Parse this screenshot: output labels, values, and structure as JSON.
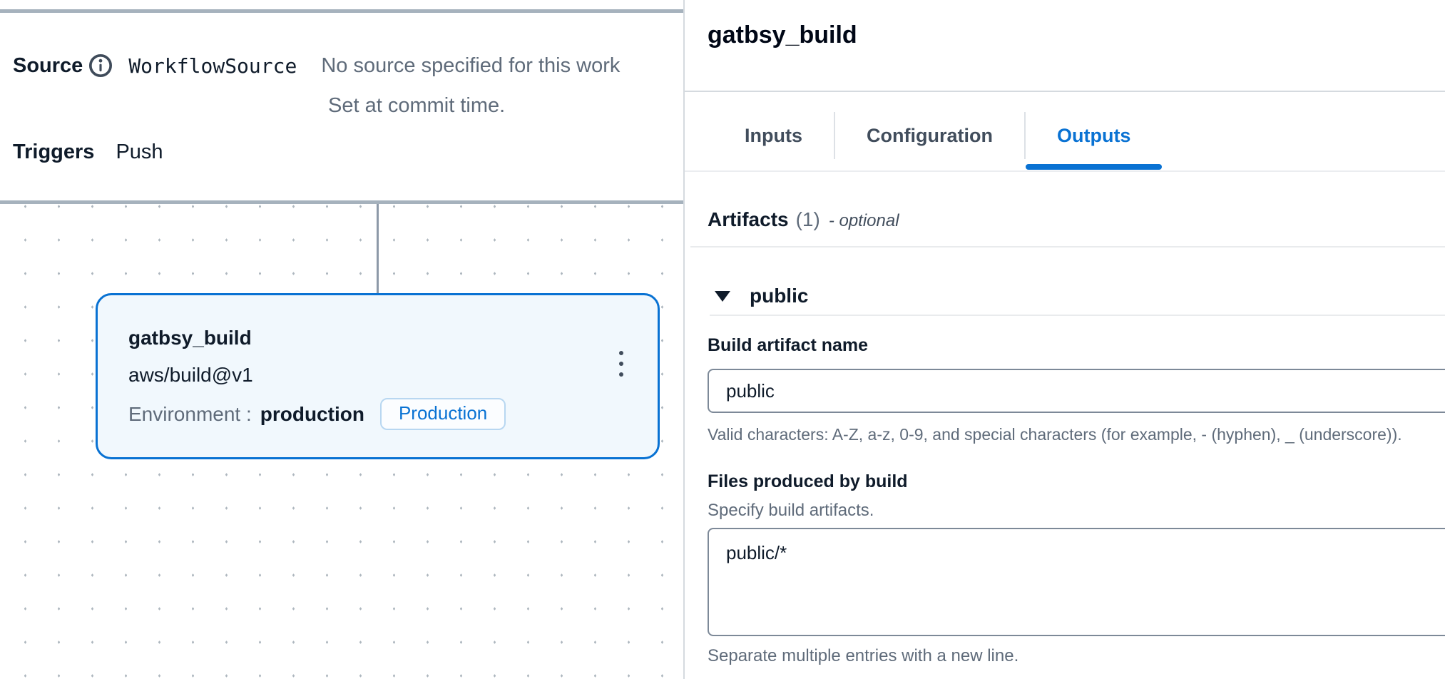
{
  "colors": {
    "accent": "#0972d3",
    "node_fill": "#f1f8fd",
    "node_border": "#0972d3",
    "muted_text": "#5f6b7a",
    "dark_text": "#0f1b2a",
    "input_border": "#7d8998"
  },
  "canvas": {
    "source": {
      "label": "Source",
      "name": "WorkflowSource",
      "note": "No source specified for this work",
      "note2": "Set at commit time."
    },
    "triggers": {
      "label": "Triggers",
      "value": "Push"
    },
    "node": {
      "title": "gatbsy_build",
      "action": "aws/build@v1",
      "environment_label": "Environment :",
      "environment_value": "production",
      "badge": "Production"
    }
  },
  "panel": {
    "title": "gatbsy_build",
    "tabs": [
      {
        "label": "Inputs",
        "active": false
      },
      {
        "label": "Configuration",
        "active": false
      },
      {
        "label": "Outputs",
        "active": true
      }
    ],
    "artifacts": {
      "heading": "Artifacts",
      "count": "(1)",
      "suffix": "- optional"
    },
    "group": {
      "name": "public"
    },
    "artifact_name": {
      "label": "Build artifact name",
      "value": "public",
      "help": "Valid characters: A-Z, a-z, 0-9, and special characters (for example, - (hyphen), _ (underscore))."
    },
    "files": {
      "label": "Files produced by build",
      "description": "Specify build artifacts.",
      "value": "public/*",
      "help": "Separate multiple entries with a new line."
    }
  }
}
